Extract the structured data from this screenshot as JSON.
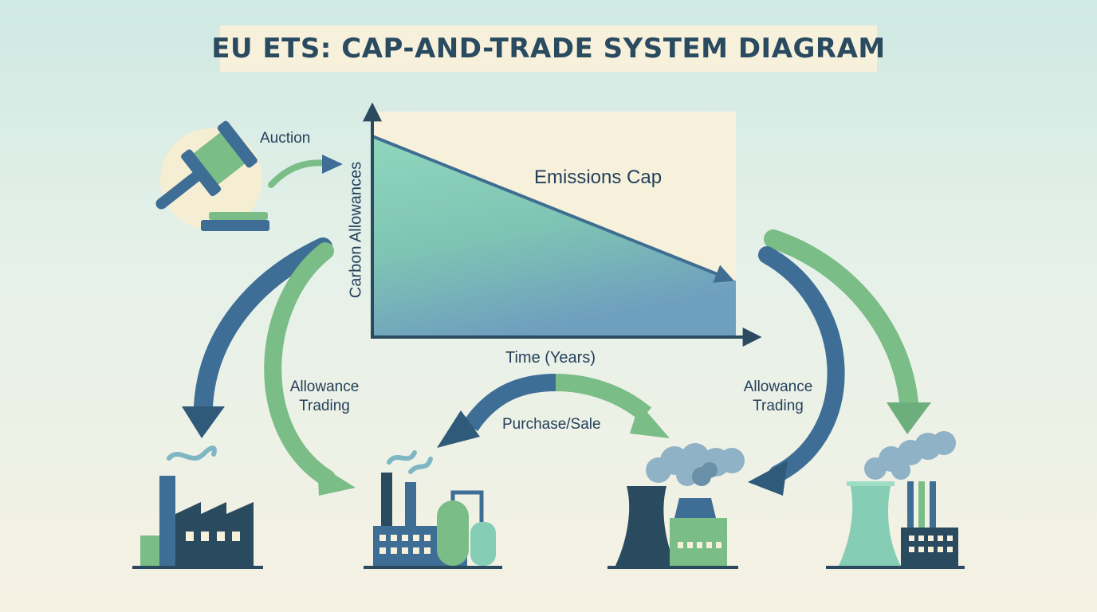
{
  "title": "EU ETS: CAP-AND-TRADE SYSTEM DIAGRAM",
  "labels": {
    "auction": "Auction",
    "emissions_cap": "Emissions Cap",
    "y_axis": "Carbon Allowances",
    "x_axis": "Time (Years)",
    "allowance_trading_left_line1": "Allowance",
    "allowance_trading_left_line2": "Trading",
    "allowance_trading_right_line1": "Allowance",
    "allowance_trading_right_line2": "Trading",
    "purchase_sale": "Purchase/Sale"
  },
  "icons": [
    "gavel-icon",
    "factory-icon",
    "refinery-icon",
    "power-plant-icon",
    "cooling-tower-icon"
  ],
  "colors": {
    "navy": "#2a4a60",
    "blue": "#3e6d95",
    "green": "#7bbd86",
    "teal_fill": "#86cdb6",
    "chart_bg": "#f7f1dc"
  }
}
